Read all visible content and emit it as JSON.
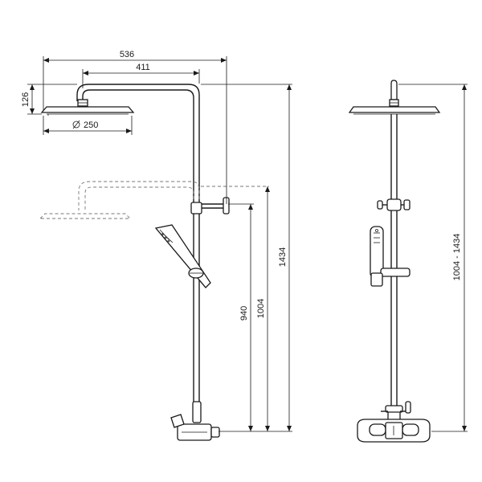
{
  "dimensions": {
    "overall_projection": "536",
    "arm_projection": "411",
    "head_height": "126",
    "head_diameter": "250",
    "height_940": "940",
    "height_1004": "1004",
    "height_1434": "1434",
    "height_range": "1004 - 1434"
  }
}
